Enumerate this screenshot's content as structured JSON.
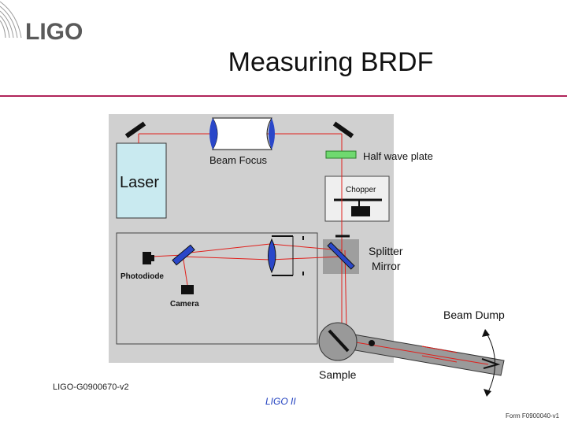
{
  "logo": {
    "text": "LIGO"
  },
  "title": "Measuring BRDF",
  "diagram": {
    "labels": {
      "laser": "Laser",
      "beam_focus": "Beam Focus",
      "half_wave_plate": "Half wave plate",
      "chopper": "Chopper",
      "splitter_line1": "Splitter",
      "splitter_line2": "Mirror",
      "photodiode": "Photodiode",
      "camera": "Camera",
      "beam_dump": "Beam Dump",
      "sample": "Sample"
    },
    "colors": {
      "table": "#d0d0d0",
      "laser_box": "#c9eaf0",
      "beam": "#e0201c",
      "lens": "#2a47c9",
      "wave_plate": "#6fd96f",
      "splitter_box": "#9e9e9e",
      "beam_dump": "#9a9a9a"
    }
  },
  "footer": {
    "doc_id": "LIGO-G0900670-v2",
    "center": "LIGO II",
    "form_id": "Form F0900040-v1"
  },
  "accent_color": "#b0245a"
}
